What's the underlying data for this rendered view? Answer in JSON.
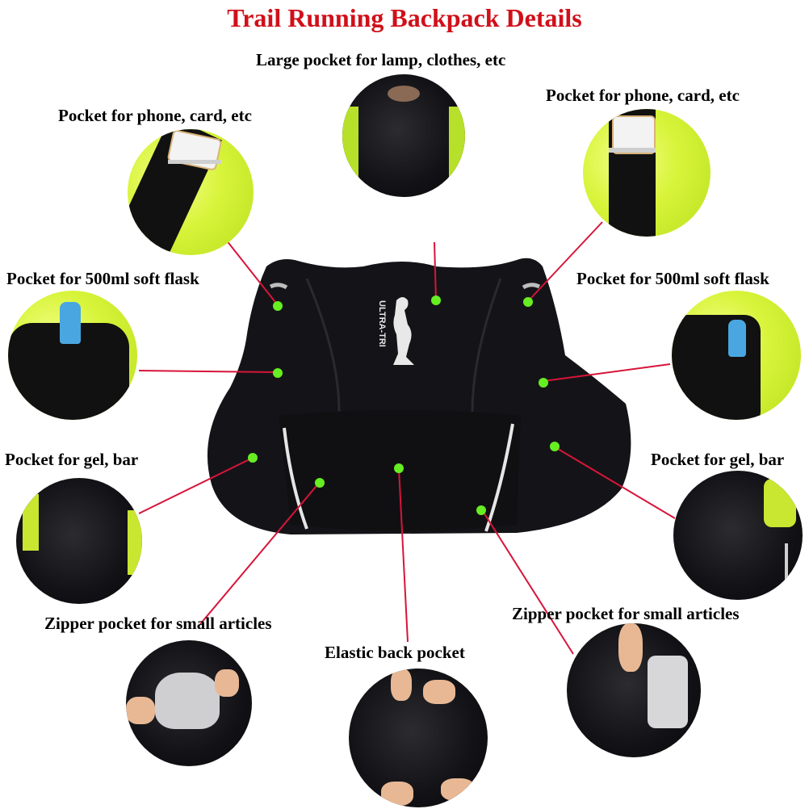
{
  "title": "Trail Running Backpack Details",
  "colors": {
    "title": "#d0101a",
    "leader_line": "#d8143a",
    "marker_dot": "#66ee22",
    "vest": "#141418"
  },
  "vest": {
    "logo_text": "ULTRA-TRI"
  },
  "callouts": [
    {
      "id": "large-pocket",
      "label": "Large pocket for lamp, clothes, etc"
    },
    {
      "id": "phone-pocket-left",
      "label": "Pocket for phone, card, etc"
    },
    {
      "id": "phone-pocket-right",
      "label": "Pocket for phone, card, etc"
    },
    {
      "id": "flask-pocket-left",
      "label": "Pocket for 500ml soft flask"
    },
    {
      "id": "flask-pocket-right",
      "label": "Pocket for 500ml soft flask"
    },
    {
      "id": "gel-pocket-left",
      "label": "Pocket for gel, bar"
    },
    {
      "id": "gel-pocket-right",
      "label": "Pocket for gel, bar"
    },
    {
      "id": "zipper-pocket-left",
      "label": "Zipper pocket for small articles"
    },
    {
      "id": "zipper-pocket-right",
      "label": "Zipper pocket for small articles"
    },
    {
      "id": "elastic-back-pocket",
      "label": "Elastic back pocket"
    }
  ]
}
